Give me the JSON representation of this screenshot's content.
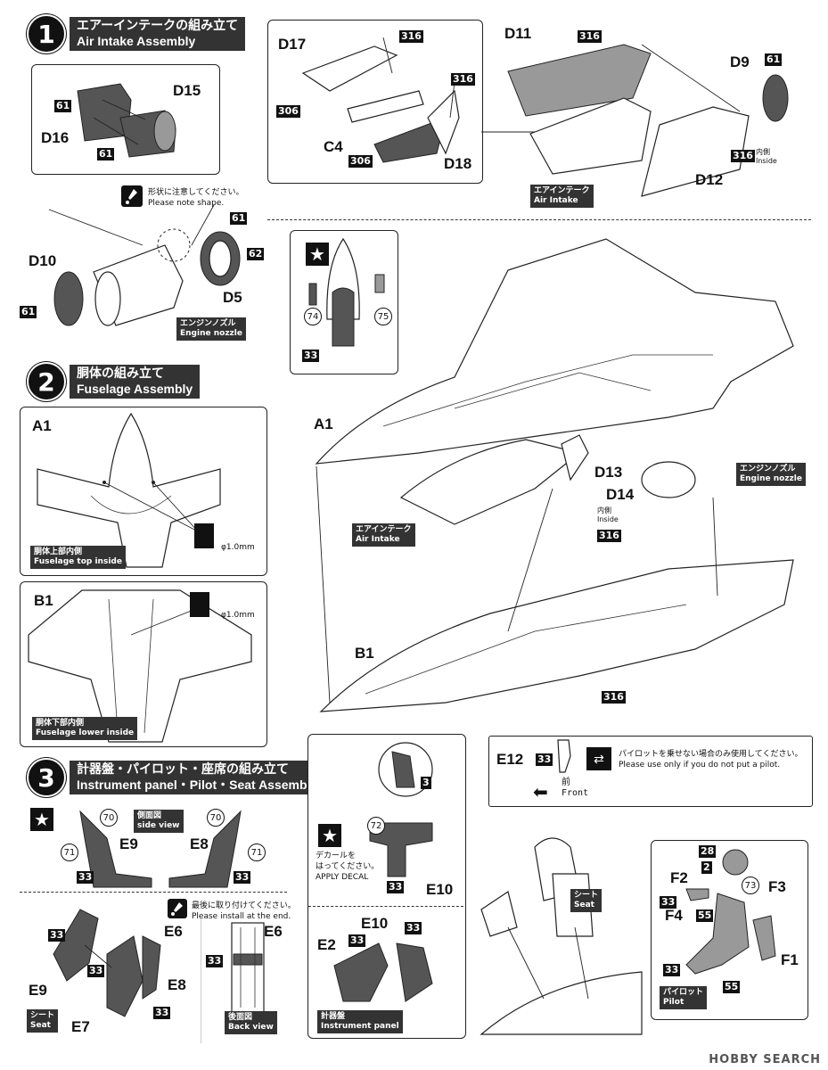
{
  "steps": [
    {
      "num": "1",
      "jp": "エアーインテークの組み立て",
      "en": "Air Intake Assembly"
    },
    {
      "num": "2",
      "jp": "胴体の組み立て",
      "en": "Fuselage Assembly"
    },
    {
      "num": "3",
      "jp": "計器盤・パイロット・座席の組み立て",
      "en": "Instrument panel・Pilot・Seat Assembly"
    }
  ],
  "parts": {
    "D15": "D15",
    "D16": "D16",
    "D10": "D10",
    "D5": "D5",
    "D17": "D17",
    "C4": "C4",
    "D18": "D18",
    "D11": "D11",
    "D9": "D9",
    "D12": "D12",
    "A1": "A1",
    "B1": "B1",
    "D13": "D13",
    "D14": "D14",
    "E12": "E12",
    "E9": "E9",
    "E8": "E8",
    "E6": "E6",
    "E7": "E7",
    "E10": "E10",
    "E2": "E2",
    "F1": "F1",
    "F2": "F2",
    "F3": "F3",
    "F4": "F4"
  },
  "colors": {
    "c61": "61",
    "c62": "62",
    "c306": "306",
    "c316": "316",
    "c33": "33",
    "c3": "3",
    "c2": "2",
    "c28": "28",
    "c55": "55",
    "c73": "73",
    "c70": "70",
    "c71": "71",
    "c72": "72",
    "c74": "74",
    "c75": "75"
  },
  "notes": {
    "shape_jp": "形状に注意してください。",
    "shape_en": "Please note shape.",
    "inside_jp": "内側",
    "inside_en": "Inside",
    "intake_jp": "エアインテーク",
    "intake_en": "Air Intake",
    "nozzle_jp": "エンジンノズル",
    "nozzle_en": "Engine nozzle",
    "fus_top_jp": "胴体上部内側",
    "fus_top_en": "Fuselage top inside",
    "fus_low_jp": "胴体下部内側",
    "fus_low_en": "Fuselage lower inside",
    "phi": "φ1.0mm",
    "pilot_only_jp": "パイロットを乗せない場合のみ使用してください。",
    "pilot_only_en": "Please use only if you do not put a pilot.",
    "front_jp": "前",
    "front_en": "Front",
    "side_view_jp": "側面図",
    "side_view_en": "side view",
    "last_jp": "最後に取り付けてください。",
    "last_en": "Please install at the end.",
    "seat_jp": "シート",
    "seat_en": "Seat",
    "back_jp": "後面図",
    "back_en": "Back view",
    "decal_jp1": "デカールを",
    "decal_jp2": "はってください。",
    "decal_en": "APPLY DECAL",
    "panel_jp": "計器盤",
    "panel_en": "Instrument panel",
    "pilot_jp": "パイロット",
    "pilot_en": "Pilot"
  },
  "watermark": "HOBBY SEARCH",
  "icons": [
    "star-icon",
    "caution-icon",
    "arrow-left-icon",
    "alternate-icon"
  ]
}
